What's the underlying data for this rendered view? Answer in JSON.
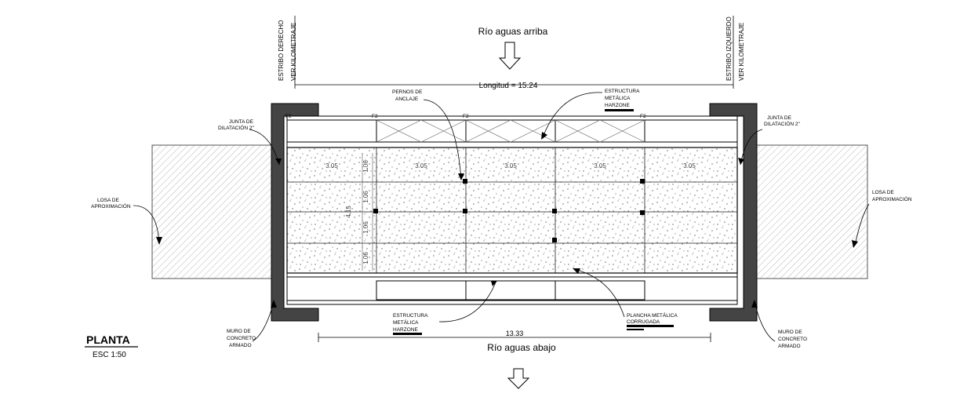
{
  "flow": {
    "upstream": "Río aguas arriba",
    "downstream": "Río aguas abajo"
  },
  "abutments": {
    "right": [
      "ESTRIBO DERECHO",
      "VER KILOMETRAJE"
    ],
    "left": [
      "ESTRIBO IZQUIERDO",
      "VER KILOMETRAJE"
    ]
  },
  "dimensions": {
    "overall": "Longitud = 15.24",
    "bottom": "13.33",
    "spans": [
      "3.05",
      "3.05",
      "3.05",
      "3.05",
      "3.05"
    ],
    "width_total": "4.15",
    "strips": [
      "1.06",
      "1.06",
      "1.06",
      "1.06"
    ]
  },
  "labels": {
    "joint_left": [
      "JUNTA DE",
      "DILATACIÓN 2\""
    ],
    "joint_right": [
      "JUNTA DE",
      "DILATACIÓN 2\""
    ],
    "slab_left": [
      "LOSA DE",
      "APROXIMACIÓN"
    ],
    "slab_right": [
      "LOSA DE",
      "APROXIMACIÓN"
    ],
    "anchor_bolts": [
      "PERNOS DE",
      "ANCLAJE"
    ],
    "structure_top": [
      "ESTRUCTURA",
      "METÁLICA",
      "HARZONE"
    ],
    "structure_bottom": [
      "ESTRUCTURA",
      "METÁLICA",
      "HARZONE"
    ],
    "plate": [
      "PLANCHA METÁLICA",
      "CORRUGADA"
    ],
    "wall_left": [
      "MURO DE",
      "CONCRETO",
      "ARMADO"
    ],
    "wall_right": [
      "MURO DE",
      "CONCRETO",
      "ARMADO"
    ],
    "section_marks": [
      "F2",
      "F2",
      "F2",
      "F2"
    ]
  },
  "title": {
    "name": "PLANTA",
    "scale": "ESC  1:50"
  }
}
